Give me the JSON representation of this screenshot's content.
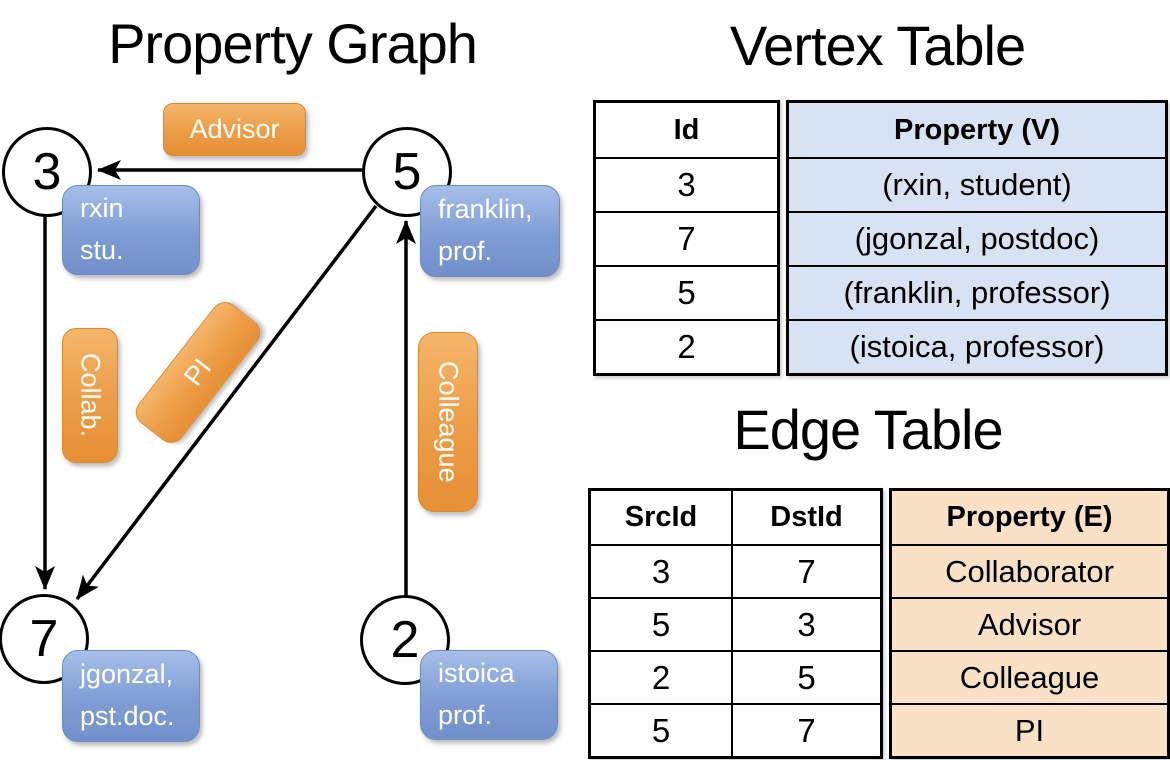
{
  "titles": {
    "graph": "Property Graph",
    "vertex_table": "Vertex Table",
    "edge_table": "Edge Table"
  },
  "graph": {
    "nodes": [
      {
        "id": "3",
        "property_lines": [
          "rxin",
          "stu."
        ]
      },
      {
        "id": "5",
        "property_lines": [
          "franklin,",
          "prof."
        ]
      },
      {
        "id": "7",
        "property_lines": [
          "jgonzal,",
          "pst.doc."
        ]
      },
      {
        "id": "2",
        "property_lines": [
          "istoica",
          "prof."
        ]
      }
    ],
    "edge_labels": {
      "advisor": "Advisor",
      "collab": "Collab.",
      "pi": "PI",
      "colleague": "Colleague"
    }
  },
  "vertex_table": {
    "headers": [
      "Id",
      "Property (V)"
    ],
    "rows": [
      [
        "3",
        "(rxin, student)"
      ],
      [
        "7",
        "(jgonzal, postdoc)"
      ],
      [
        "5",
        "(franklin, professor)"
      ],
      [
        "2",
        "(istoica, professor)"
      ]
    ]
  },
  "edge_table": {
    "headers": [
      "SrcId",
      "DstId",
      "Property (E)"
    ],
    "rows": [
      [
        "3",
        "7",
        "Collaborator"
      ],
      [
        "5",
        "3",
        "Advisor"
      ],
      [
        "2",
        "5",
        "Colleague"
      ],
      [
        "5",
        "7",
        "PI"
      ]
    ]
  },
  "colors": {
    "edge_label_fill": "#ec9d45",
    "vertex_label_fill": "#7f9dd4",
    "vertex_table_fill": "#d7e2f2",
    "edge_table_fill": "#f8e1c4",
    "line_color": "#000000",
    "label_text": "#ffffff"
  }
}
